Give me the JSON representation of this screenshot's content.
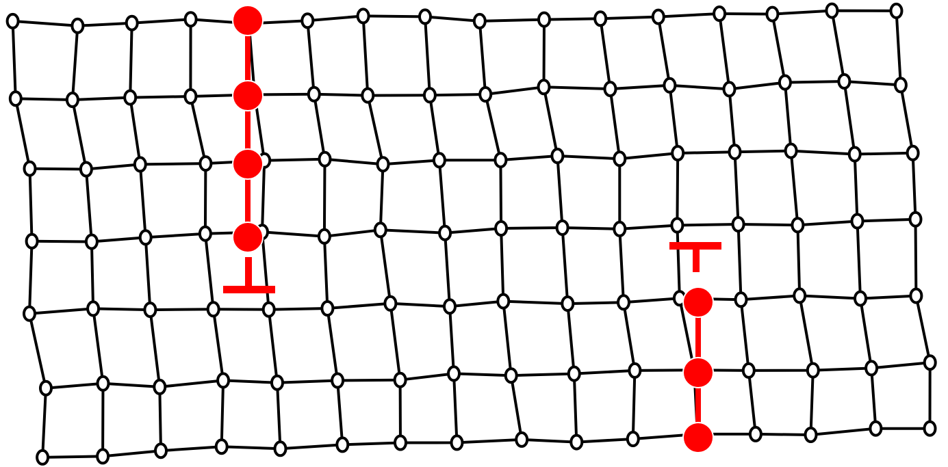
{
  "colors": {
    "lattice_line": "#000000",
    "atom_fill": "#ffffff",
    "atom_stroke": "#000000",
    "dislocation": "#ff0000",
    "background": "#ffffff"
  },
  "lattice": {
    "rows": 7,
    "columns": 16
  },
  "dislocations": [
    {
      "symbol": "⊥",
      "orientation": "positive",
      "extra_half_plane": "above",
      "highlighted_atoms": 4
    },
    {
      "symbol": "⊤",
      "orientation": "negative",
      "extra_half_plane": "below",
      "highlighted_atoms": 3
    }
  ]
}
